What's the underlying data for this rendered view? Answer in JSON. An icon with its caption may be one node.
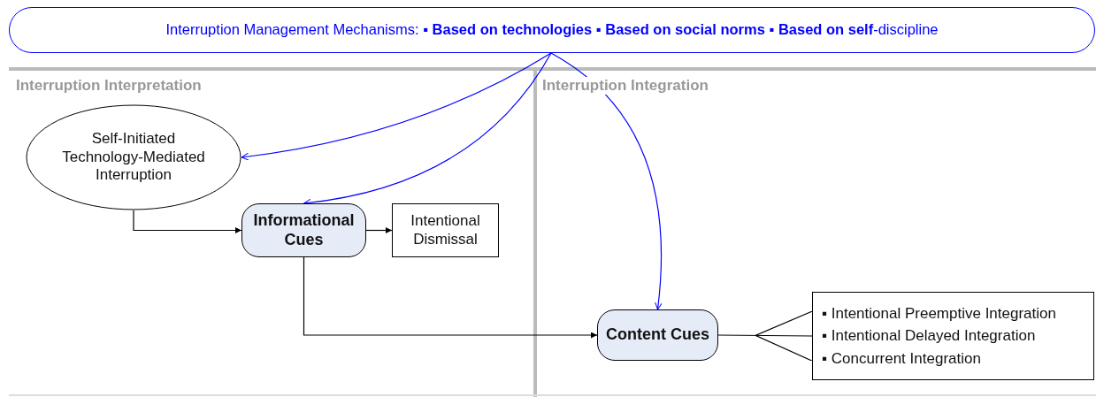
{
  "diagram": {
    "nodes": [
      {
        "text": [
          "Interruption Management Mechanisms: **▪ Based on technologies ▪ Based on social norms ▪ Based on self**-discipline"
        ]
      },
      {
        "text": [
          "Self-Initiated Technology-Mediated Interruption"
        ]
      },
      {
        "text": [
          "Informational Cues"
        ]
      },
      {
        "text": [
          "Intentional Dismissal"
        ]
      },
      {
        "text": [
          "Content Cues"
        ]
      },
      {
        "text": [
          "▪ Intentional Preemptive Integration",
          "▪ Intentional Delayed Integration",
          "▪ Concurrent Integration"
        ]
      }
    ],
    "edges": [
      {
        "from": 0,
        "to": 1,
        "arrow": "to",
        "color": "#0000ff"
      },
      {
        "from": 0,
        "to": 2,
        "arrow": "to",
        "color": "#0000ff"
      },
      {
        "from": 0,
        "to": 4,
        "arrow": "to",
        "color": "#0000ff"
      },
      {
        "from": 1,
        "to": 2,
        "arrow": "to"
      },
      {
        "from": 2,
        "to": 3,
        "arrow": "to"
      },
      {
        "from": 2,
        "to": 4,
        "arrow": "to"
      },
      {
        "from": 4,
        "to": 5,
        "arrow": "other"
      }
    ],
    "labels": [
      "Interruption Interpretation",
      "Interruption Integration"
    ]
  }
}
